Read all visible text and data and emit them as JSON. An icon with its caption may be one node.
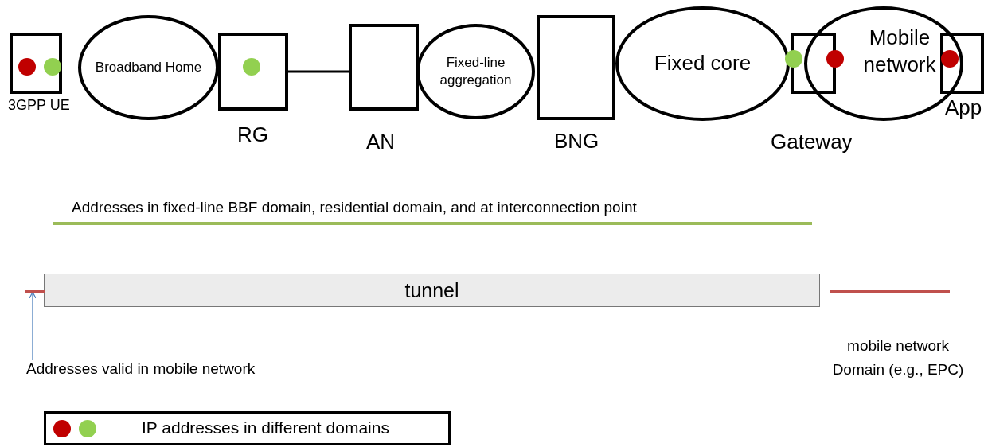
{
  "diagram": {
    "nodes": [
      {
        "text": [],
        "shape": "box",
        "beside": [
          "3GPP UE"
        ]
      },
      {
        "text": [
          "Broadband Home"
        ]
      },
      {
        "text": [],
        "shape": "box",
        "beside": [
          "RG"
        ]
      },
      {
        "text": [],
        "shape": "box",
        "beside": [
          "AN"
        ]
      },
      {
        "text": [
          "Fixed-line aggregation"
        ]
      },
      {
        "text": [],
        "shape": "box",
        "beside": [
          "BNG"
        ]
      },
      {
        "text": [
          "Fixed core"
        ]
      },
      {
        "text": [],
        "shape": "box"
      },
      {
        "text": [
          "Mobile network"
        ]
      },
      {
        "text": [],
        "shape": "box",
        "beside": [
          "App"
        ]
      },
      {
        "text": [
          "tunnel"
        ]
      },
      {
        "text": [
          "Addresses valid in mobile network"
        ]
      },
      {
        "text": [],
        "shape": "bar"
      }
    ],
    "edges": [
      {
        "from": 2,
        "to": 3,
        "arrow": "none"
      },
      {
        "from": 11,
        "to": 12,
        "arrow": "to",
        "color": "#4f81bd"
      }
    ],
    "labels": [
      "Gateway",
      "Addresses in fixed-line BBF domain, residential domain, and at interconnection point",
      "mobile network Domain (e.g., EPC)"
    ],
    "legend": [
      {
        "text": "IP addresses in different domains"
      }
    ]
  }
}
